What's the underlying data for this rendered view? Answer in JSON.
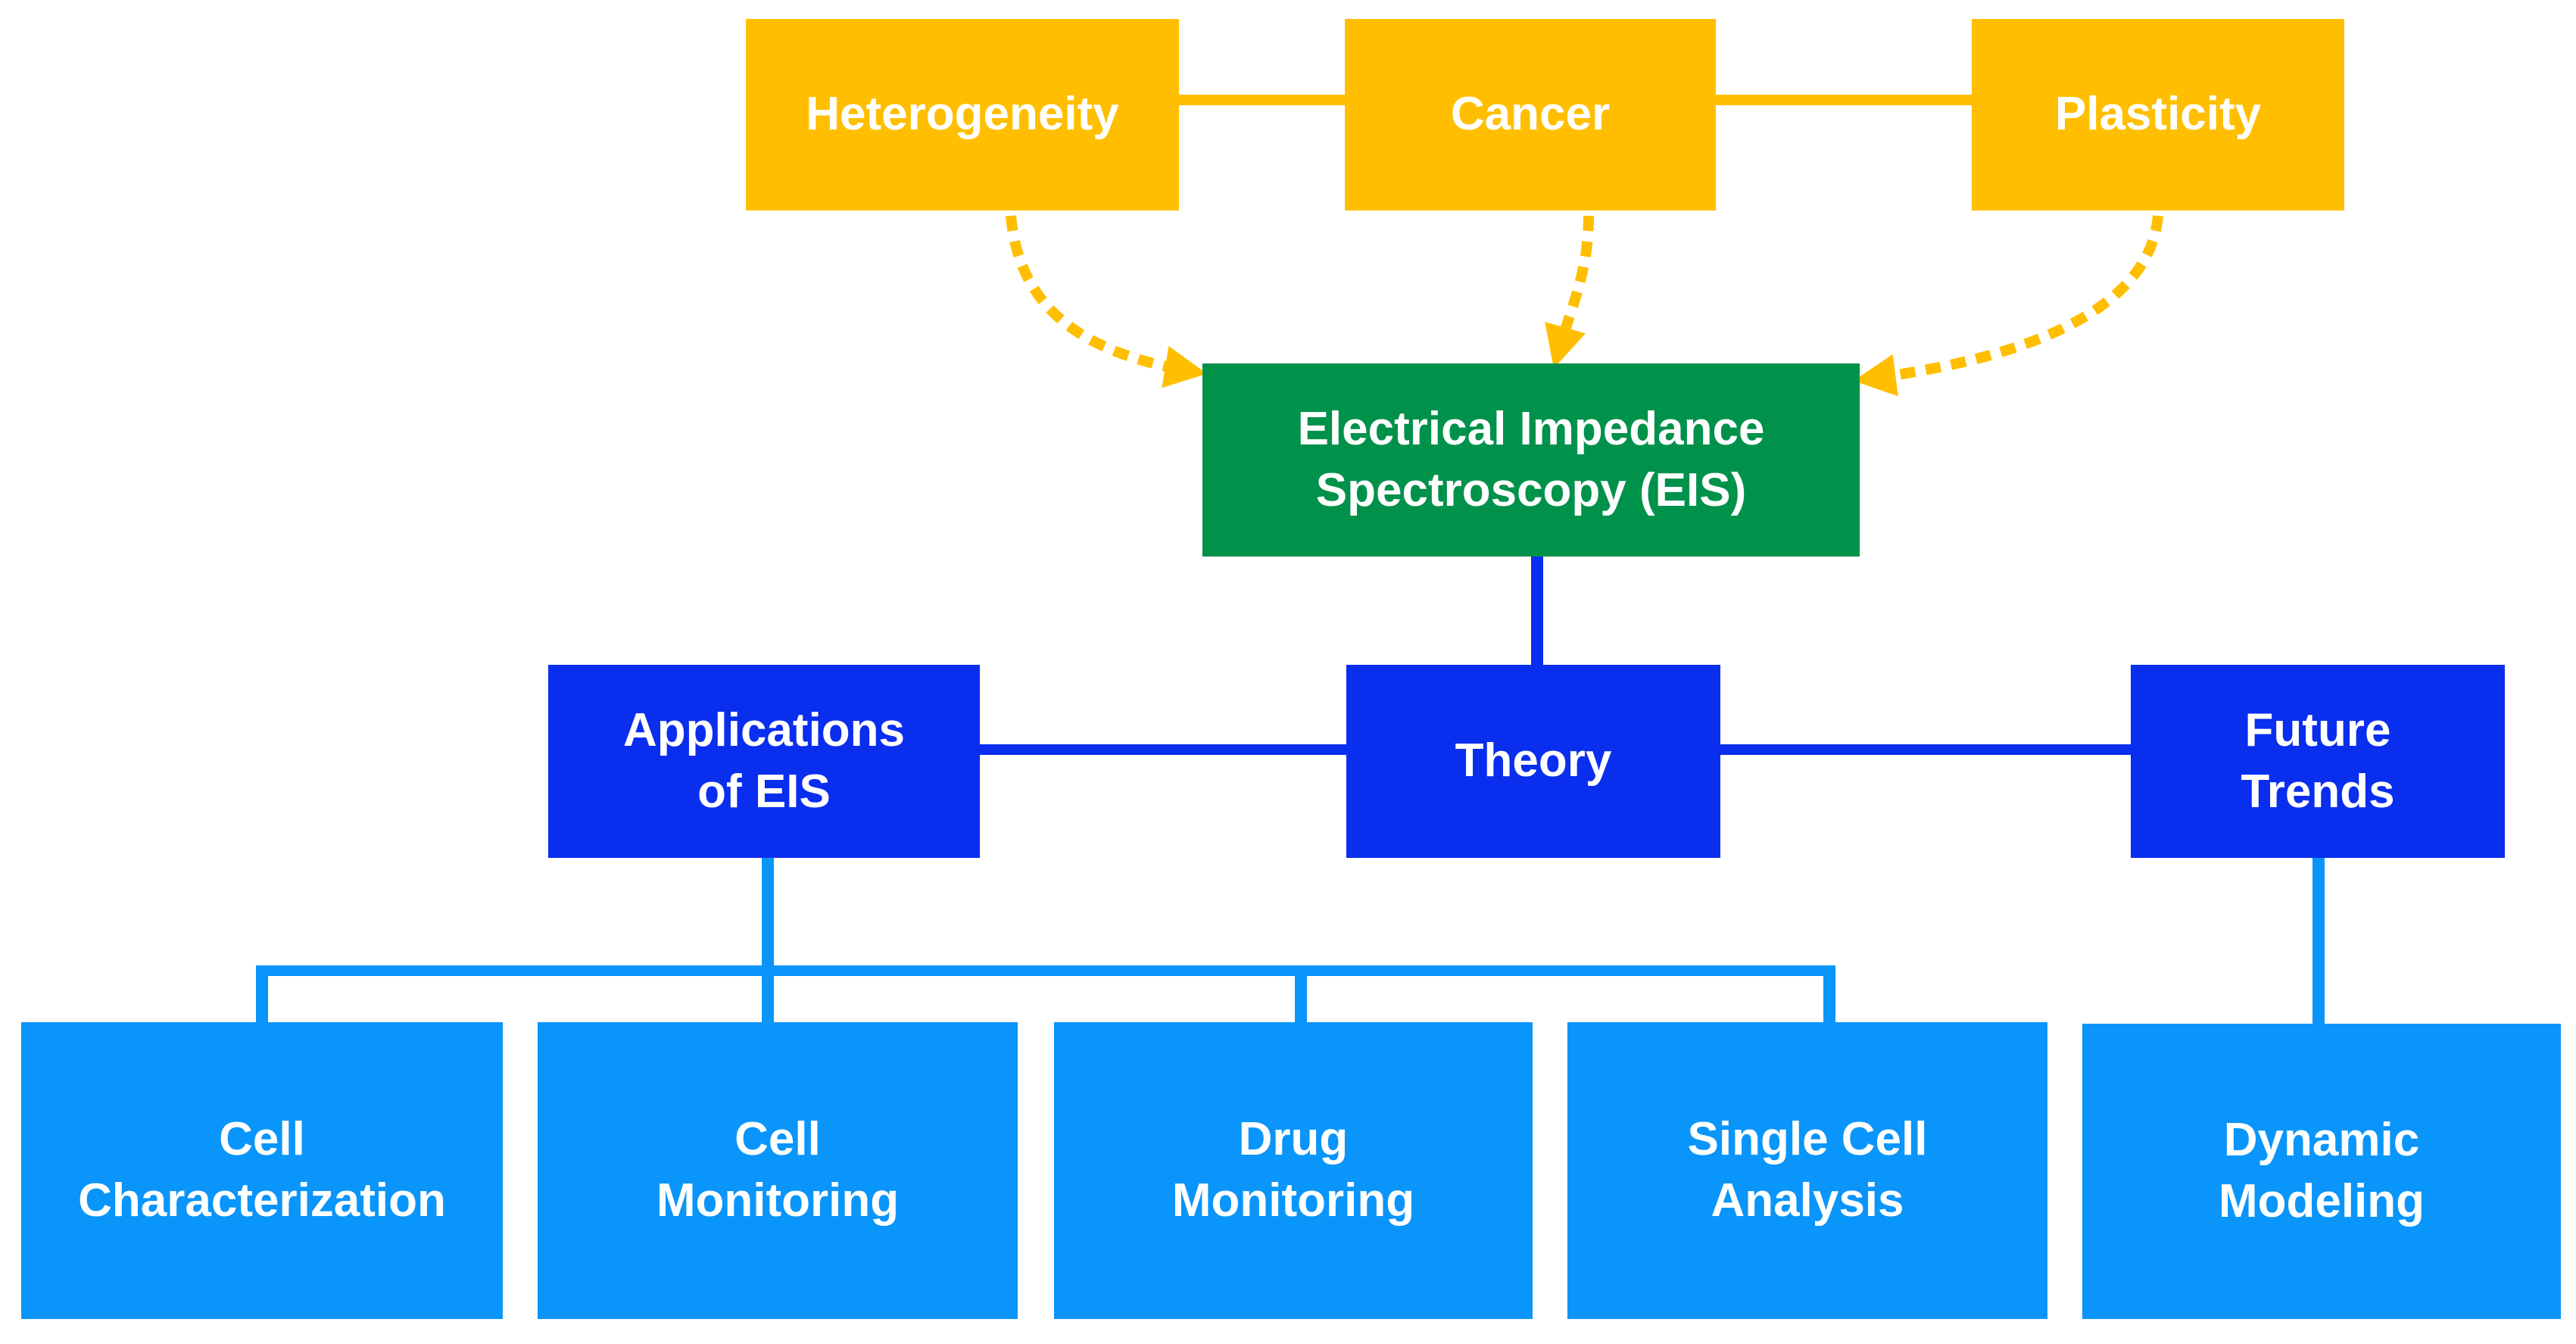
{
  "colors": {
    "yellow": "#FFBF00",
    "green": "#00914B",
    "dark_blue": "#0A2EEE",
    "light_blue": "#0A95FA",
    "text": "#FFFFFF"
  },
  "nodes": {
    "heterogeneity": "Heterogeneity",
    "cancer": "Cancer",
    "plasticity": "Plasticity",
    "eis": "Electrical Impedance\nSpectroscopy (EIS)",
    "applications": "Applications\nof EIS",
    "theory": "Theory",
    "future_trends": "Future\nTrends",
    "cell_characterization": "Cell\nCharacterization",
    "cell_monitoring": "Cell\nMonitoring",
    "drug_monitoring": "Drug\nMonitoring",
    "single_cell_analysis": "Single Cell\nAnalysis",
    "dynamic_modeling": "Dynamic\nModeling"
  },
  "edges": [
    {
      "from": "heterogeneity",
      "to": "cancer",
      "style": "solid"
    },
    {
      "from": "cancer",
      "to": "plasticity",
      "style": "solid"
    },
    {
      "from": "heterogeneity",
      "to": "eis",
      "style": "dotted-arrow"
    },
    {
      "from": "cancer",
      "to": "eis",
      "style": "dotted-arrow"
    },
    {
      "from": "plasticity",
      "to": "eis",
      "style": "dotted-arrow"
    },
    {
      "from": "eis",
      "to": "theory",
      "style": "solid"
    },
    {
      "from": "applications",
      "to": "theory",
      "style": "solid"
    },
    {
      "from": "theory",
      "to": "future_trends",
      "style": "solid"
    },
    {
      "from": "applications",
      "to": "cell_characterization",
      "style": "solid"
    },
    {
      "from": "applications",
      "to": "cell_monitoring",
      "style": "solid"
    },
    {
      "from": "applications",
      "to": "drug_monitoring",
      "style": "solid"
    },
    {
      "from": "applications",
      "to": "single_cell_analysis",
      "style": "solid"
    },
    {
      "from": "future_trends",
      "to": "dynamic_modeling",
      "style": "solid"
    }
  ]
}
